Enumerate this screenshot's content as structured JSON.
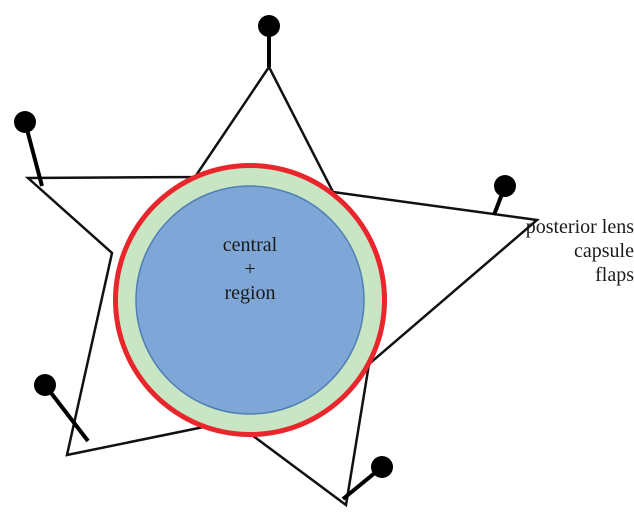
{
  "diagram": {
    "center_label": {
      "line1": "central",
      "line2": "+",
      "line3": "region"
    },
    "flap_label": {
      "line1": "posterior lens",
      "line2": "capsule",
      "line3": "flaps"
    },
    "colors": {
      "outline": "#111111",
      "ring_outer": "#e8262b",
      "ring_middle": "#c8e6c3",
      "core": "#7ea7d8",
      "core_border": "#4f7fb5",
      "pin": "#000000"
    },
    "icons": [
      "suture-pin-icon"
    ]
  }
}
